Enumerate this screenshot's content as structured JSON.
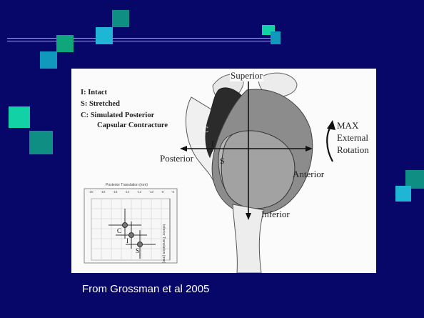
{
  "slide": {
    "caption": "From Grossman et al 2005",
    "background_color": "#07076a"
  },
  "figure": {
    "legend": [
      "I: Intact",
      "S: Stretched",
      "C: Simulated Posterior",
      "Capsular Contracture"
    ],
    "directions": {
      "superior": "Superior",
      "inferior": "Inferior",
      "anterior": "Anterior",
      "posterior": "Posterior"
    },
    "rotation_label": [
      "MAX",
      "External",
      "Rotation"
    ],
    "region_letters": {
      "c": "C",
      "i": "I",
      "s": "S"
    },
    "inset": {
      "x_axis_title": "Posterior Translation (mm)",
      "y_axis_title": "Inferior Translation (mm)",
      "x_ticks": [
        "-20",
        "-18",
        "-16",
        "-14",
        "-12",
        "-10",
        "-8",
        "-6"
      ],
      "point_labels": [
        "C",
        "I",
        "S"
      ]
    }
  },
  "decor_colors": {
    "light": "#17c0d8",
    "green": "#11b27a",
    "mid": "#1199bd",
    "dark": "#0f8f84"
  }
}
